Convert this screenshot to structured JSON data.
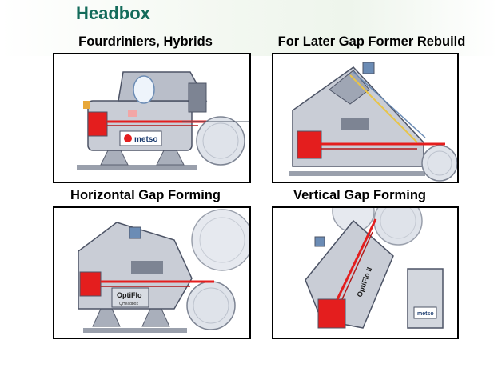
{
  "header": {
    "title": "Headbox"
  },
  "panels": [
    {
      "label": "Fourdriniers, Hybrids",
      "brand": "metso"
    },
    {
      "label": "For Later Gap Former Rebuild"
    },
    {
      "label": "Horizontal Gap Forming",
      "brand": "OptiFlo",
      "subbrand": "TQHeadbox"
    },
    {
      "label": "Vertical Gap Forming",
      "brand": "OptiFlo II",
      "badge": "metso"
    }
  ],
  "colors": {
    "title": "#136b5a",
    "machine": "#c9cdd6",
    "accent": "#e41e1e",
    "outline": "#4d5466"
  }
}
